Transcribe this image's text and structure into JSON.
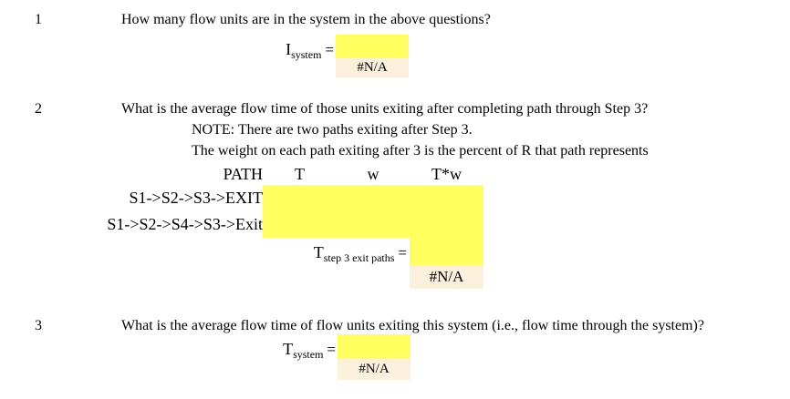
{
  "colors": {
    "input_yellow": "#FFFF5F",
    "result_beige": "#FAF0DC",
    "text": "#000000",
    "background": "#FFFFFF"
  },
  "questions": [
    {
      "number": "1",
      "text": "How many flow units are in the system in the above questions?",
      "formula": {
        "base": "I",
        "subscript": "system",
        "equals": "="
      },
      "input_value": "",
      "result": "#N/A"
    },
    {
      "number": "2",
      "text": "What is the average flow time of those units exiting after completing path through Step 3?",
      "notes": [
        "NOTE:  There are two paths exiting after Step 3.",
        "The weight on each path exiting after 3 is the percent of R that path represents"
      ],
      "table": {
        "headers": [
          "PATH",
          "T",
          "w",
          "T*w"
        ],
        "rows": [
          {
            "path": "S1->S2->S3->EXIT",
            "t": "",
            "w": "",
            "tw": ""
          },
          {
            "path": "S1->S2->S4->S3->Exit",
            "t": "",
            "w": "",
            "tw": ""
          }
        ]
      },
      "formula": {
        "base": "T",
        "subscript": "step 3 exit paths",
        "equals": "="
      },
      "input_value": "",
      "result": "#N/A"
    },
    {
      "number": "3",
      "text": "What is the average flow time of flow units exiting this system (i.e., flow time through the system)?",
      "formula": {
        "base": "T",
        "subscript": "system",
        "equals": "="
      },
      "input_value": "",
      "result": "#N/A"
    }
  ]
}
